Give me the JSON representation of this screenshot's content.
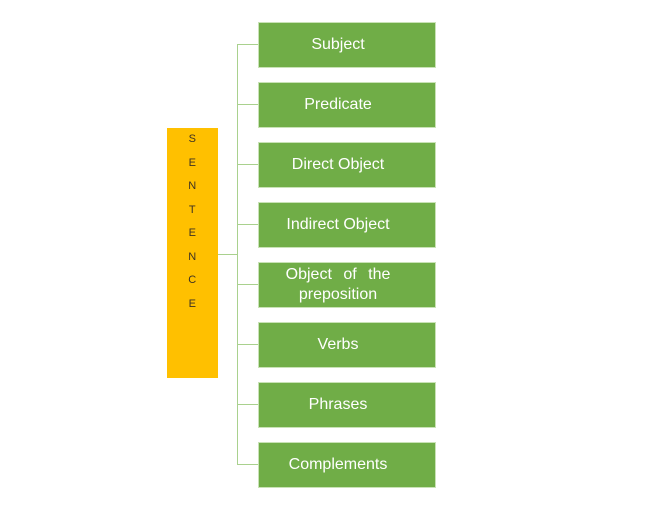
{
  "diagram": {
    "root": {
      "label": "SENTENCE"
    },
    "nodes": [
      {
        "label": "Subject"
      },
      {
        "label": "Predicate"
      },
      {
        "label": "Direct Object"
      },
      {
        "label": "Indirect Object"
      },
      {
        "label": "Object of the\npreposition"
      },
      {
        "label": "Verbs"
      },
      {
        "label": "Phrases"
      },
      {
        "label": "Complements"
      }
    ],
    "colors": {
      "root_fill": "#FFC000",
      "root_text": "#3E3223",
      "node_fill": "#70AD47",
      "node_border": "#C9E2B6",
      "node_text": "#FFFFFF",
      "connector": "#A9D18E",
      "background": "#FFFFFF"
    }
  }
}
